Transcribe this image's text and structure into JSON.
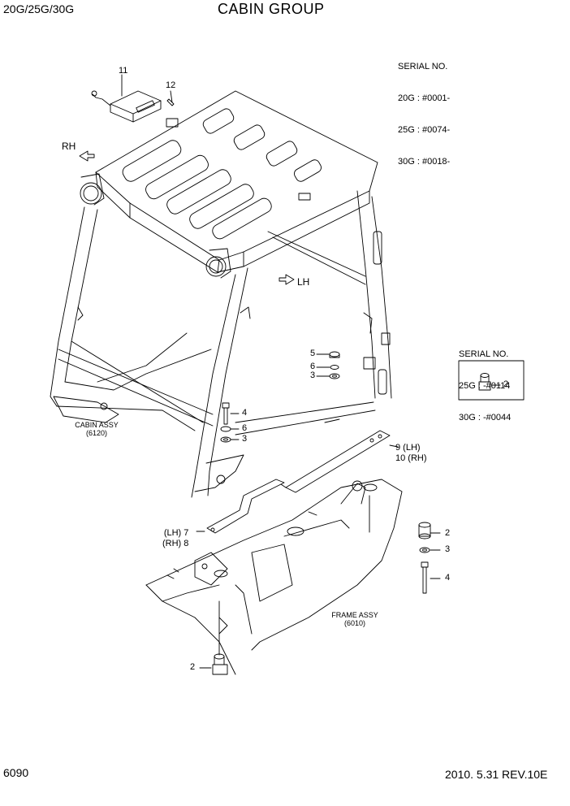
{
  "header": {
    "model": "20G/25G/30G",
    "title": "CABIN GROUP"
  },
  "serial_top": {
    "heading": "SERIAL NO.",
    "lines": [
      "20G : #0001-",
      "25G : #0074-",
      "30G : #0018-"
    ]
  },
  "serial_box": {
    "heading": "SERIAL NO.",
    "lines": [
      "25G : -#0114",
      "30G : -#0044"
    ],
    "callout": "2"
  },
  "assemblies": {
    "cabin": [
      "CABIN ASSY",
      "(6120)"
    ],
    "frame": [
      "FRAME ASSY",
      "(6010)"
    ]
  },
  "directions": {
    "rh": "RH",
    "lh": "LH"
  },
  "callouts": {
    "c11": "11",
    "c12": "12",
    "c5": "5",
    "c6a": "6",
    "c3a": "3",
    "c4a": "4",
    "c6b": "6",
    "c3b": "3",
    "c9_10": "9 (LH)\n10 (RH)",
    "c7_8": "(LH) 7\n(RH) 8",
    "c2a": "2",
    "c3c": "3",
    "c4b": "4",
    "c2b": "2"
  },
  "footer": {
    "page": "6090",
    "revision": "2010. 5.31  REV.10E"
  }
}
